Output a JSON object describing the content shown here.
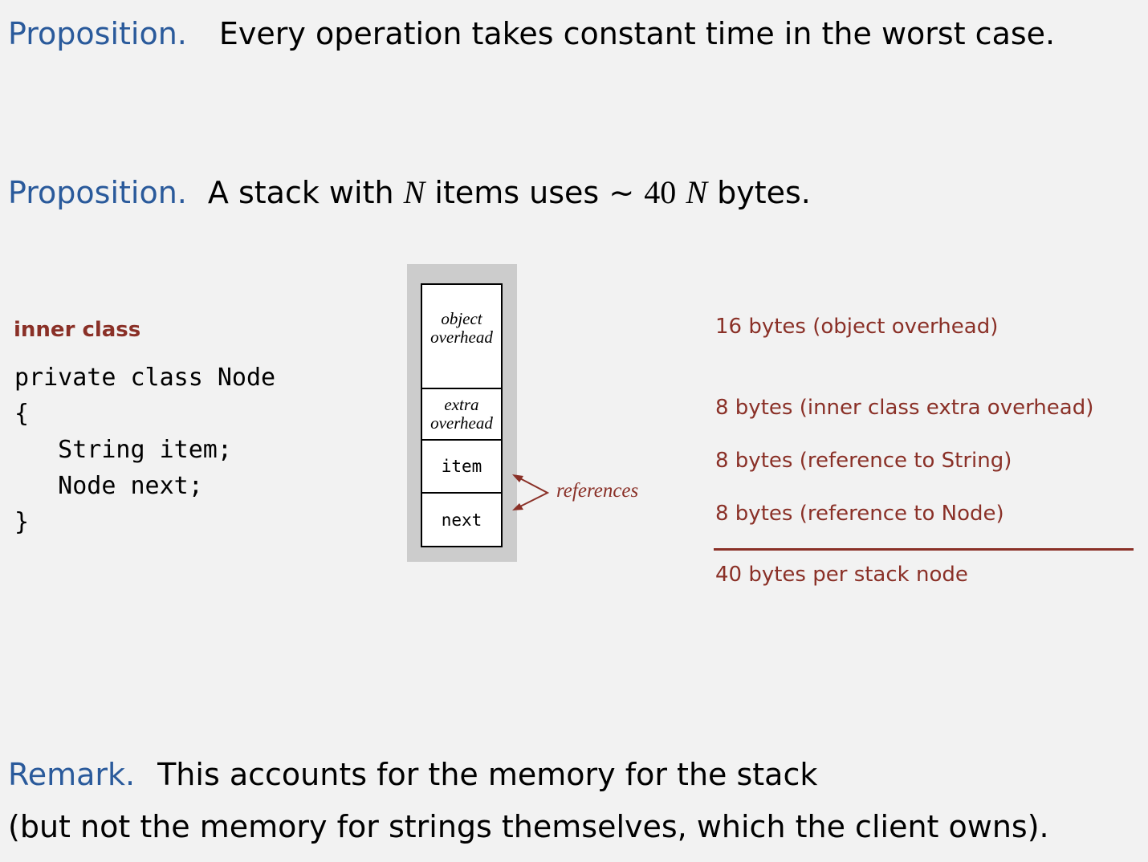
{
  "prop1": {
    "label": "Proposition.",
    "text": "Every operation takes constant time in the worst case."
  },
  "prop2": {
    "label": "Proposition.",
    "pre": "A stack with",
    "var1": "N",
    "mid": "items uses",
    "tilde": "~",
    "num": "40",
    "var2": "N",
    "post": "bytes."
  },
  "code": {
    "heading": "inner class",
    "lines": [
      "private class Node",
      "{",
      "   String item;",
      "   Node next;",
      "}"
    ]
  },
  "diagram": {
    "cells": [
      "object overhead",
      "extra overhead",
      "item",
      "next"
    ],
    "object_lines": [
      "object",
      "overhead"
    ],
    "extra_lines": [
      "extra",
      "overhead"
    ],
    "references_label": "references"
  },
  "memory": {
    "rows": [
      "16 bytes (object overhead)",
      "8 bytes (inner class extra overhead)",
      "8 bytes (reference to String)",
      "8 bytes (reference to Node)"
    ],
    "total": "40 bytes per stack node"
  },
  "remark": {
    "label": "Remark.",
    "line1": "This accounts for the memory for the stack",
    "line2": "(but not the memory for strings themselves, which the client owns)."
  },
  "colors": {
    "heading_blue": "#2a5a9b",
    "annotation_red": "#8a3027",
    "background": "#f2f2f2",
    "diagram_frame": "#cccccc"
  }
}
